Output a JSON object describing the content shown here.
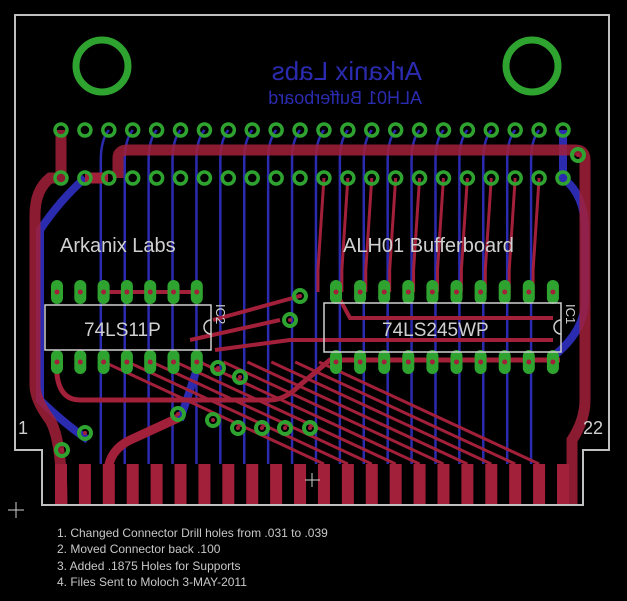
{
  "board": {
    "bottom_title": "Arkanix Labs",
    "bottom_subtitle": "ALH01 Bufferboard",
    "top_title": "Arkanix Labs",
    "top_subtitle": "ALH01 Bufferboard",
    "pin_first": "1",
    "pin_last": "22"
  },
  "components": [
    {
      "ref": "IC2",
      "value": "74LS11P",
      "pins": 14
    },
    {
      "ref": "IC1",
      "value": "74LS245WP",
      "pins": 20
    }
  ],
  "connector": {
    "pins": 22
  },
  "notes": [
    "1. Changed Connector Drill holes from .031 to .039",
    "2. Moved Connector back .100",
    "3. Added .1875 Holes for Supports",
    "4. Files Sent to Moloch 3-MAY-2011"
  ],
  "colors": {
    "background": "#000000",
    "top_copper": "#a3203a",
    "bottom_copper": "#2b2bb0",
    "pad": "#2fa32f",
    "outline": "#c0c0c0",
    "silk": "#d0d0d0"
  }
}
